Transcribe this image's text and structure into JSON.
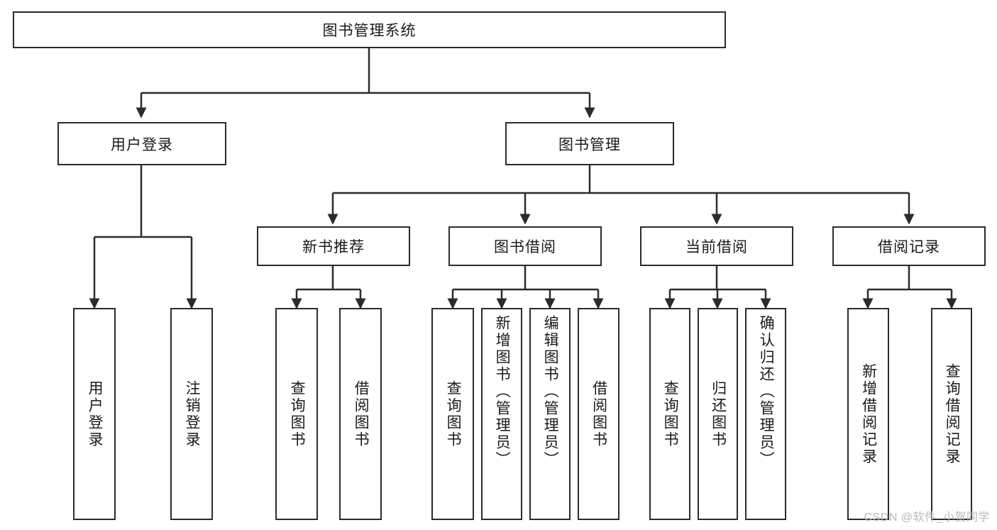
{
  "diagram": {
    "type": "tree",
    "title": "图书管理系统",
    "watermark": "CSDN @软件_小贺同学",
    "colors": {
      "stroke": "#2b2b2b",
      "fill": "#ffffff",
      "text": "#1a1a1a",
      "watermark": "#b9b9b9"
    },
    "nodes": {
      "root": {
        "label": "图书管理系统",
        "orientation": "horizontal"
      },
      "level2": [
        {
          "label": "用户登录",
          "orientation": "horizontal"
        },
        {
          "label": "图书管理",
          "orientation": "horizontal"
        }
      ],
      "level3": [
        {
          "label": "新书推荐",
          "orientation": "horizontal"
        },
        {
          "label": "图书借阅",
          "orientation": "horizontal"
        },
        {
          "label": "当前借阅",
          "orientation": "horizontal"
        },
        {
          "label": "借阅记录",
          "orientation": "horizontal"
        }
      ],
      "leaves": {
        "user_login": [
          {
            "label": "用户登录",
            "orientation": "vertical"
          },
          {
            "label": "注销登录",
            "orientation": "vertical"
          }
        ],
        "new_book_recommend": [
          {
            "label": "查询图书",
            "orientation": "vertical"
          },
          {
            "label": "借阅图书",
            "orientation": "vertical"
          }
        ],
        "book_borrow": [
          {
            "label": "查询图书",
            "orientation": "vertical"
          },
          {
            "label": "新增图书（管理员）",
            "orientation": "vertical"
          },
          {
            "label": "编辑图书（管理员）",
            "orientation": "vertical"
          },
          {
            "label": "借阅图书",
            "orientation": "vertical"
          }
        ],
        "current_borrow": [
          {
            "label": "查询图书",
            "orientation": "vertical"
          },
          {
            "label": "归还图书",
            "orientation": "vertical"
          },
          {
            "label": "确认归还（管理员）",
            "orientation": "vertical"
          }
        ],
        "borrow_record": [
          {
            "label": "新增借阅记录",
            "orientation": "vertical"
          },
          {
            "label": "查询借阅记录",
            "orientation": "vertical"
          }
        ]
      }
    }
  }
}
